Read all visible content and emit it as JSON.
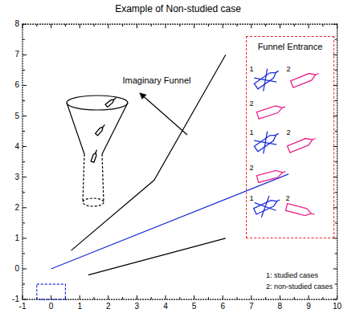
{
  "diagram": {
    "title": "Example of Non-studied case",
    "nodes": [
      {
        "text": [
          "Funnel Entrance"
        ]
      }
    ],
    "edges": [],
    "labels": [
      "Imaginary Funnel",
      "1",
      "2",
      "2",
      "1",
      "2",
      "2",
      "1",
      "2",
      "1: studied cases",
      "2: non-studied cases",
      "-1",
      "0",
      "1",
      "2",
      "3",
      "4",
      "5",
      "6",
      "7",
      "8",
      "9",
      "10",
      "-1",
      "0",
      "1",
      "2",
      "3",
      "4",
      "5",
      "6",
      "7",
      "8"
    ]
  }
}
